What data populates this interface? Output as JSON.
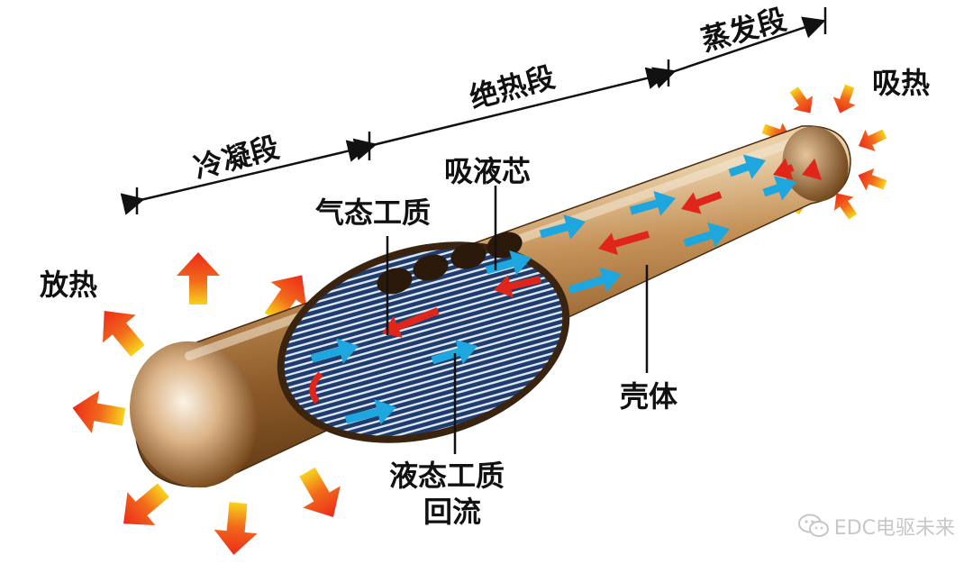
{
  "sections": {
    "condensing": "冷凝段",
    "adiabatic": "绝热段",
    "evaporating": "蒸发段"
  },
  "labels": {
    "wick": "吸液芯",
    "vapor": "气态工质",
    "release_heat": "放热",
    "absorb_heat": "吸热",
    "shell": "壳体",
    "liquid_line1": "液态工质",
    "liquid_line2": "回流"
  },
  "watermark": "EDC电驱未来",
  "colors": {
    "shell_dark": "#5a3510",
    "shell_mid": "#a8743f",
    "shell_light": "#f2e2c8",
    "vapor_arrow": "#e0261b",
    "liquid_arrow": "#1ea6de",
    "heat_arrow_outer": "#ec2a1a",
    "heat_arrow_inner": "#f7d31c",
    "wick_bg": "#1e3d6e",
    "wick_line": "#dfe6ef"
  }
}
